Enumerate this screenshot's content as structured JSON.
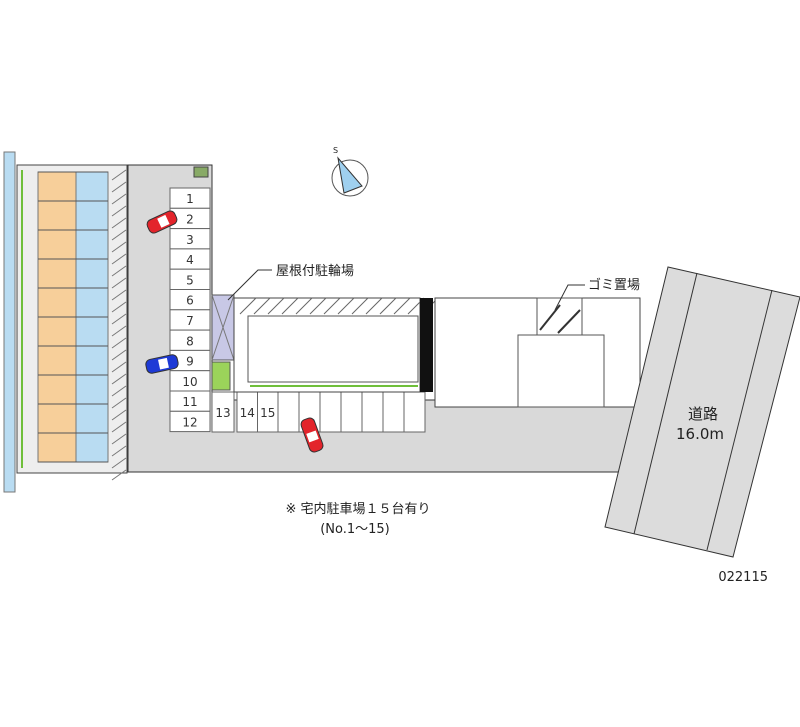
{
  "labels": {
    "bicycle_parking": "屋根付駐輪場",
    "garbage": "ゴミ置場",
    "road_name": "道路",
    "road_width": "16.0m",
    "note_line1": "※ 宅内駐車場１５台有り",
    "note_line2": "(No.1～15)",
    "map_id": "022115",
    "compass_letter": "S"
  },
  "parking_slots": [
    "1",
    "2",
    "3",
    "4",
    "5",
    "6",
    "7",
    "8",
    "9",
    "10",
    "11",
    "12",
    "13",
    "14",
    "15"
  ],
  "colors": {
    "lot": "#d9d9d9",
    "road": "#dcdcdc",
    "unit_orange": "#f7cf9a",
    "unit_blue": "#b9dcf2",
    "car_red": "#e3242b",
    "car_blue": "#1e3ad6",
    "green": "#6fbf3a"
  }
}
